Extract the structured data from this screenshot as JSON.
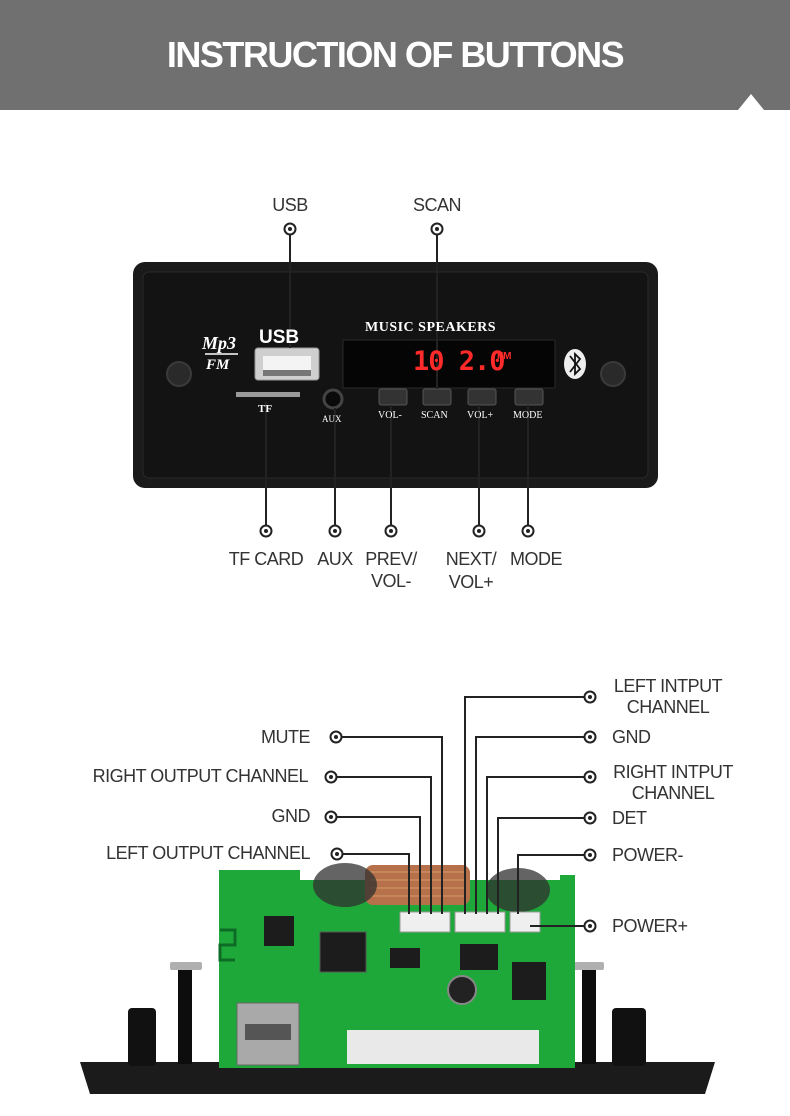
{
  "header": {
    "title": "INSTRUCTION OF BUTTONS"
  },
  "panel": {
    "brand_top": "Mp3",
    "brand_bottom": "FM",
    "usb_label": "USB",
    "tf_label": "TF",
    "aux_label": "AUX",
    "title": "MUSIC SPEAKERS",
    "display_text": "10 2.0",
    "display_suffix": "FM",
    "buttons": [
      "VOL-",
      "SCAN",
      "VOL+",
      "MODE"
    ]
  },
  "front_callouts": {
    "usb": "USB",
    "scan": "SCAN",
    "tf_card": "TF CARD",
    "aux": "AUX",
    "prev_line1": "PREV/",
    "prev_line2": "VOL-",
    "next_line1": "NEXT/",
    "next_line2": "VOL+",
    "mode": "MODE"
  },
  "back_callouts": {
    "left": {
      "mute": "MUTE",
      "right_output": "RIGHT OUTPUT CHANNEL",
      "gnd": "GND",
      "left_output": "LEFT OUTPUT CHANNEL"
    },
    "right": {
      "left_input_line1": "LEFT INTPUT",
      "left_input_line2": "CHANNEL",
      "gnd": "GND",
      "right_input_line1": "RIGHT INTPUT",
      "right_input_line2": "CHANNEL",
      "det": "DET",
      "power_minus": "POWER-",
      "power_plus": "POWER+"
    }
  },
  "colors": {
    "header": "#707070",
    "panel": "#151515",
    "display_led": "#ff2a2a",
    "pcb": "#1fa83a",
    "text": "#333333"
  }
}
